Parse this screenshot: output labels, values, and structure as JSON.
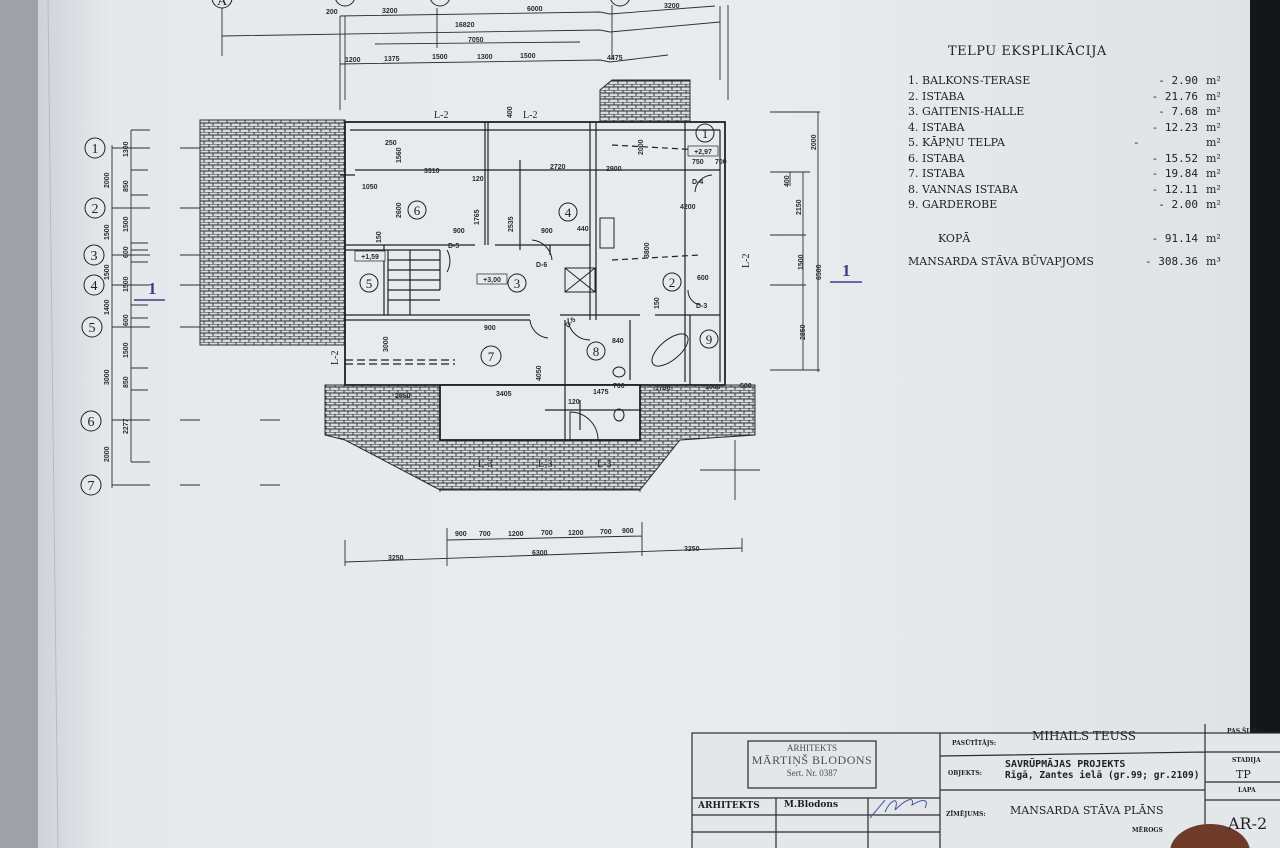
{
  "explication": {
    "title": "TELPU EKSPLIKĀCIJA",
    "rooms": [
      {
        "name": "1. BALKONS-TERASE",
        "value": "- 2.90",
        "unit": "m²"
      },
      {
        "name": "2. ISTABA",
        "value": "- 21.76",
        "unit": "m²"
      },
      {
        "name": "3. GAITENIS-HALLE",
        "value": "- 7.68",
        "unit": "m²"
      },
      {
        "name": "4. ISTABA",
        "value": "- 12.23",
        "unit": "m²"
      },
      {
        "name": "5. KĀPŅU TELPA",
        "value": "-",
        "unit": "m²"
      },
      {
        "name": "6. ISTABA",
        "value": "- 15.52",
        "unit": "m²"
      },
      {
        "name": "7. ISTABA",
        "value": "- 19.84",
        "unit": "m²"
      },
      {
        "name": "8. VANNAS ISTABA",
        "value": "- 12.11",
        "unit": "m²"
      },
      {
        "name": "9. GARDEROBE",
        "value": "- 2.00",
        "unit": "m²"
      }
    ],
    "total": {
      "name": "KOPĀ",
      "value": "- 91.14",
      "unit": "m²"
    },
    "volume": {
      "name": "MANSARDA STĀVA BŪVAPJOMS",
      "value": "- 308.36",
      "unit": "m³"
    }
  },
  "title_block": {
    "stamp": {
      "line1": "ARHITEKTS",
      "line2": "MĀRTIŅŠ BLODONS",
      "line3": "Sert. Nr. 0387"
    },
    "role_label": "ARHITEKTS",
    "role_name": "M.Blodons",
    "client_label": "PASŪTĪTĀJS:",
    "client": "MIHAILS TEUSS",
    "object_label": "OBJEKTS:",
    "object_line1": "SAVRŪPMĀJAS PROJEKTS",
    "object_line2": "Rīgā, Zantes ielā  (gr.99; gr.2109)",
    "drawing_label": "ZĪMĒJUMS:",
    "drawing": "MANSARDA STĀVA PLĀNS",
    "scale_label": "MĒROGS",
    "code_label": "PAS.ŠIFRS",
    "stage_label": "STADIJA",
    "stage": "TP",
    "sheet_label": "LAPA",
    "sheet": "AR-2"
  },
  "plan": {
    "axes_rows": [
      "1",
      "2",
      "3",
      "4",
      "5",
      "6",
      "7"
    ],
    "axis_col": "A",
    "section_mark": "1",
    "rooms": [
      "1",
      "2",
      "3",
      "4",
      "5",
      "6",
      "7",
      "8",
      "9"
    ],
    "levels": [
      "+2,97",
      "+1,59",
      "+3,00"
    ],
    "tags": [
      "L-2",
      "L-2",
      "L-2",
      "L-2",
      "L-3",
      "L-3",
      "L-3",
      "D-4",
      "D-5",
      "D-6",
      "D-3",
      "D-5"
    ],
    "dims_top": [
      "200",
      "3200",
      "6000",
      "3200",
      "16820",
      "7050",
      "1200",
      "1375",
      "1500",
      "1300",
      "1500",
      "4475"
    ],
    "dims_left": [
      "2000",
      "1500",
      "1500",
      "1400",
      "3000",
      "2000",
      "1300",
      "850",
      "1500",
      "600",
      "1500",
      "600",
      "1500",
      "850",
      "2277"
    ],
    "dims_right": [
      "2000",
      "400",
      "2150",
      "1500",
      "6500",
      "2850"
    ],
    "dims_bottom": [
      "900",
      "700",
      "1200",
      "700",
      "1200",
      "700",
      "900",
      "3250",
      "6300",
      "3250"
    ],
    "dims_inner": [
      "3310",
      "2720",
      "2900",
      "4200",
      "1050",
      "2600",
      "900",
      "900",
      "440",
      "3800",
      "1765",
      "2535",
      "3405",
      "1475",
      "700",
      "120",
      "2650",
      "4050",
      "3000",
      "840",
      "1730",
      "1000",
      "500",
      "750",
      "700",
      "600",
      "2000",
      "1560",
      "900",
      "250",
      "400",
      "120",
      "150",
      "150"
    ]
  }
}
